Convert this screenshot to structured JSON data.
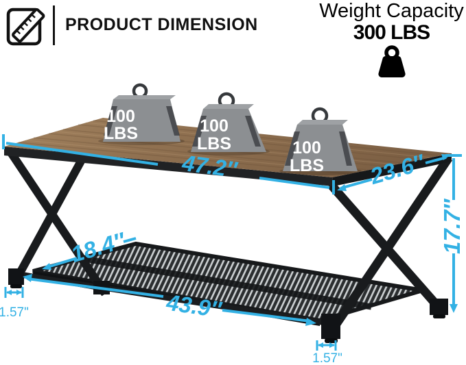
{
  "header": {
    "title": "PRODUCT DIMENSION"
  },
  "capacity": {
    "label": "Weight Capacity",
    "value": "300 LBS"
  },
  "weights": [
    {
      "line1": "100",
      "line2": "LBS"
    },
    {
      "line1": "100",
      "line2": "LBS"
    },
    {
      "line1": "100",
      "line2": "LBS"
    }
  ],
  "dims": {
    "top_length": "47.2″",
    "top_depth": "23.6″",
    "height": "17.7″",
    "shelf_depth": "18.4″",
    "shelf_length": "43.9″",
    "foot_left": "1.57\"",
    "foot_right": "1.57\""
  },
  "colors": {
    "accent": "#33b1e4",
    "metal": "#1a1c1e",
    "wood": "#8f6f50",
    "weight_gray": "#8c8f92"
  }
}
